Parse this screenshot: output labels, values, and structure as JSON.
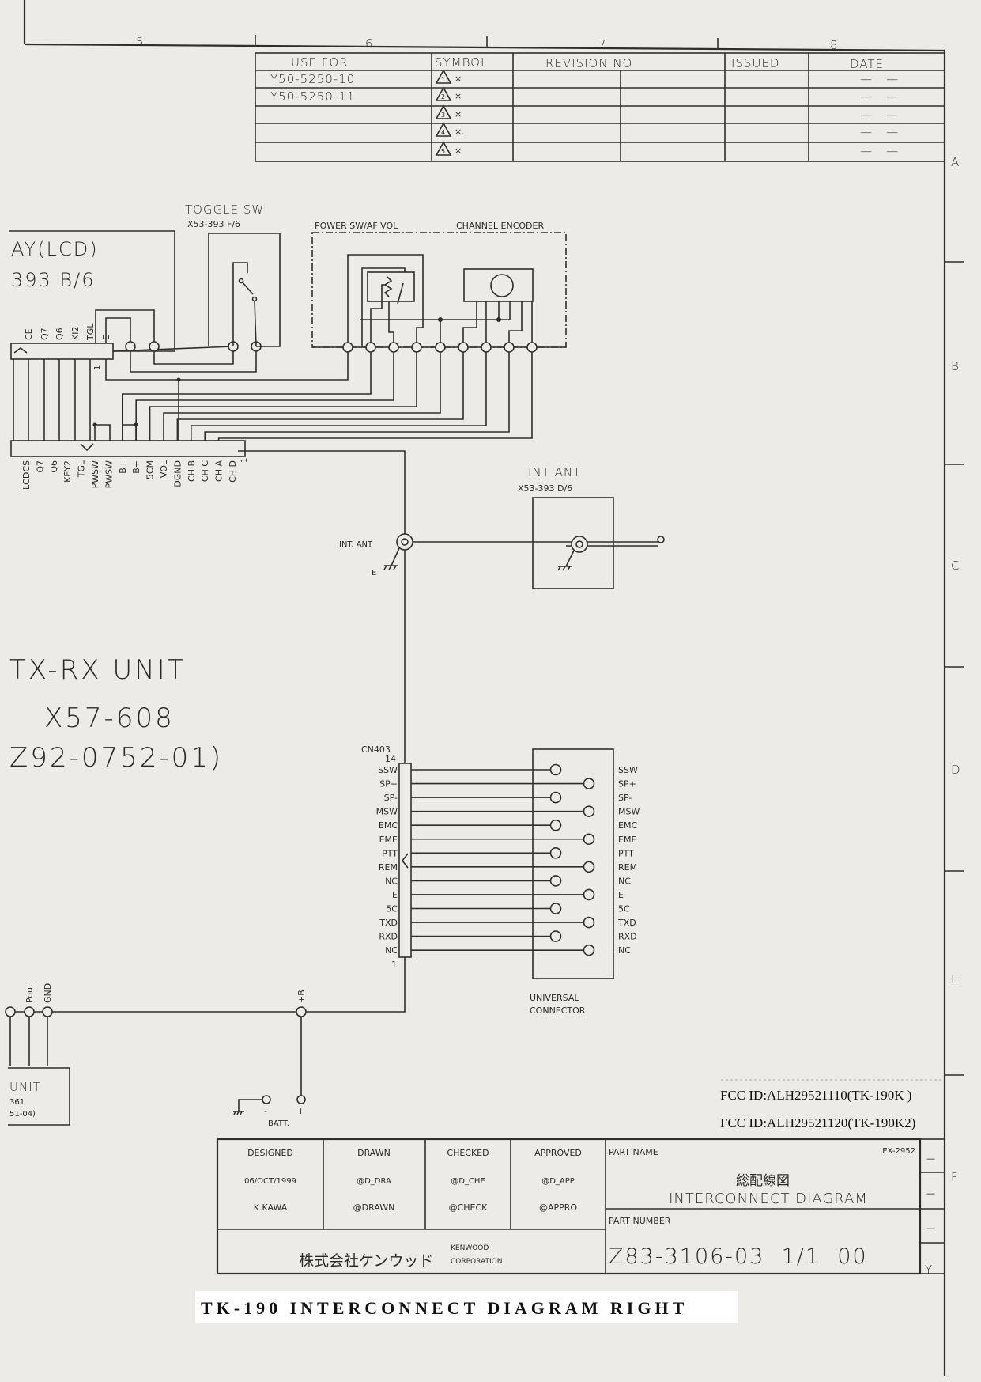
{
  "sheet": {
    "columns": [
      "5",
      "6",
      "7",
      "8"
    ],
    "zones": [
      "A",
      "B",
      "C",
      "D",
      "E",
      "F",
      "Y"
    ]
  },
  "revision_table": {
    "headers": [
      "USE FOR",
      "SYMBOL",
      "REVISION NO",
      "ISSUED",
      "DATE"
    ],
    "rows": [
      {
        "use_for": "Y50-5250-10",
        "symbol": "1",
        "mark": "×",
        "date": "—   —"
      },
      {
        "use_for": "Y50-5250-11",
        "symbol": "2",
        "mark": "×",
        "date": "—   —"
      },
      {
        "use_for": "",
        "symbol": "3",
        "mark": "×",
        "date": "—   —"
      },
      {
        "use_for": "",
        "symbol": "4",
        "mark": "×.",
        "date": "—   —"
      },
      {
        "use_for": "",
        "symbol": "5",
        "mark": "×",
        "date": "—   —"
      }
    ]
  },
  "lcd": {
    "title": "AY(LCD)",
    "code": "393 B/6",
    "upper_pins": [
      "CE",
      "Q7",
      "Q6",
      "KI2",
      "TGL",
      "E"
    ],
    "pin1": "1",
    "lower_pins": [
      "LCDCS",
      "Q7",
      "Q6",
      "KEY2",
      "TGL",
      "PWSW",
      "PWSW",
      "B+",
      "B+",
      "5CM",
      "VOL",
      "DGND",
      "CH B",
      "CH C",
      "CH A",
      "CH D"
    ]
  },
  "toggle": {
    "title": "TOGGLE SW",
    "code": "X53-393 F/6"
  },
  "power_sw": {
    "label": "POWER SW/AF VOL"
  },
  "encoder": {
    "label": "CHANNEL ENCODER"
  },
  "int_ant": {
    "title": "INT ANT",
    "code": "X53-393 D/6",
    "jack_label": "INT. ANT",
    "ground_label": "E"
  },
  "txrx": {
    "title": "TX-RX UNIT",
    "model": "X57-608",
    "part": "Z92-0752-01)"
  },
  "cn403": {
    "name": "CN403",
    "pin_top": "14",
    "pin_bottom": "1",
    "pins": [
      "SSW",
      "SP+",
      "SP-",
      "MSW",
      "EMC",
      "EME",
      "PTT",
      "REM",
      "NC",
      "E",
      "5C",
      "TXD",
      "RXD",
      "NC"
    ]
  },
  "universal": {
    "pins": [
      "SSW",
      "SP+",
      "SP-",
      "MSW",
      "EMC",
      "EME",
      "PTT",
      "REM",
      "NC",
      "E",
      "5C",
      "TXD",
      "RXD",
      "NC"
    ],
    "title_line1": "UNIVERSAL",
    "title_line2": "CONNECTOR"
  },
  "power_unit": {
    "pins": [
      "Pout",
      "GND"
    ],
    "title": "UNIT",
    "code1": "361",
    "code2": "51-04)",
    "b_label": "+B",
    "batt": "BATT.",
    "minus": "-",
    "plus": "+"
  },
  "fcc": [
    "FCC ID:ALH29521110(TK-190K )",
    "FCC ID:ALH29521120(TK-190K2)"
  ],
  "title_block": {
    "headers": [
      "DESIGNED",
      "DRAWN",
      "CHECKED",
      "APPROVED"
    ],
    "row1": [
      "06/OCT/1999",
      "@D_DRA",
      "@D_CHE",
      "@D_APP"
    ],
    "row2": [
      "K.KAWA",
      "@DRAWN",
      "@CHECK",
      "@APPRO"
    ],
    "company_jp": "株式会社ケンウッド",
    "company_en1": "KENWOOD",
    "company_en2": "CORPORATION",
    "part_name_label": "PART NAME",
    "form_no": "EX-2952",
    "part_name_jp": "総配線図",
    "part_name": "INTERCONNECT DIAGRAM",
    "part_number_label": "PART NUMBER",
    "part_number": "Z83-3106-03  1/1  00",
    "side_marks": [
      "—",
      "—",
      "—"
    ]
  },
  "caption": "TK-190 INTERCONNECT DIAGRAM RIGHT"
}
